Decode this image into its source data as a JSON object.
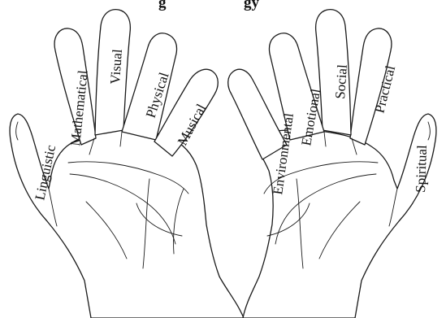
{
  "heading": {
    "left": "g",
    "right": "gy"
  },
  "left_hand": {
    "labels": {
      "thumb": "Linguistic",
      "index": "Mathematical",
      "middle": "Visual",
      "ring": "Physical",
      "little": "Musical"
    }
  },
  "right_hand": {
    "labels": {
      "little": "Environmental",
      "ring": "Emotional",
      "middle": "Social",
      "index": "Practical",
      "thumb": "Spiritual"
    }
  }
}
